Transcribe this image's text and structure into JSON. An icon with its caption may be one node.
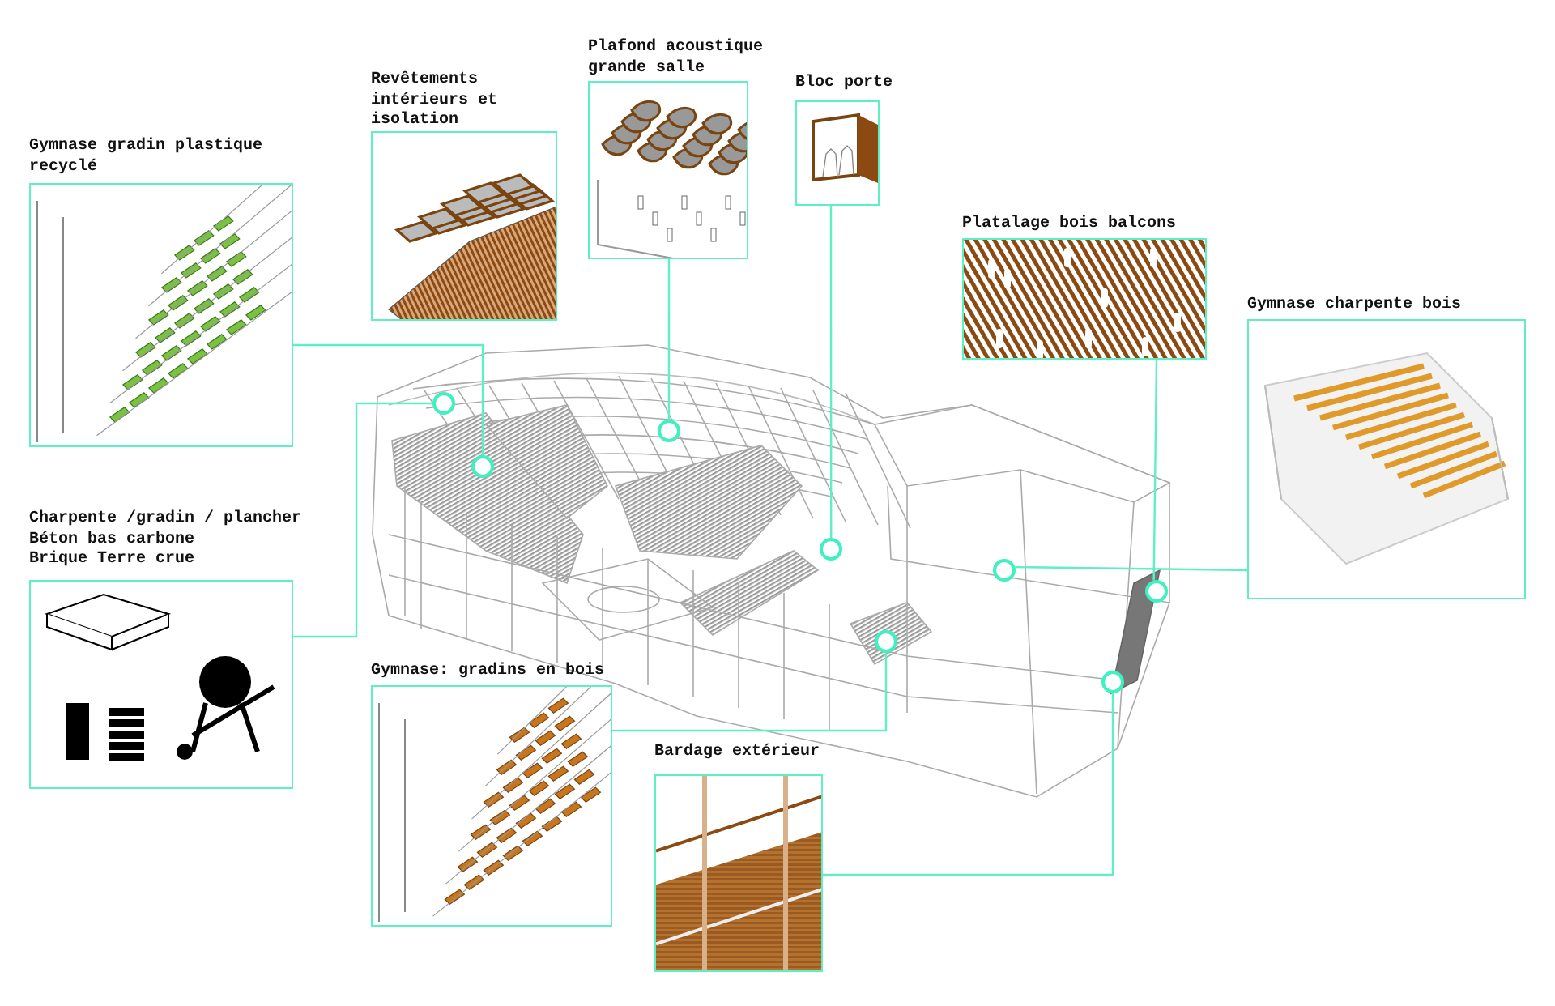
{
  "diagram": {
    "nodes": [
      {
        "text": [
          "Revêtements intérieurs et isolation"
        ]
      },
      {
        "text": [
          "Plafond acoustique grande salle"
        ]
      },
      {
        "text": [
          "Bloc porte"
        ]
      },
      {
        "text": [
          "Gymnase gradin plastique recyclé"
        ]
      },
      {
        "text": [
          "Platalage bois balcons"
        ]
      },
      {
        "text": [
          "Gymnase charpente bois"
        ]
      },
      {
        "text": [
          "Charpente /gradin / plancher",
          "Béton bas carbone",
          "Brique Terre crue"
        ]
      },
      {
        "text": [
          "Gymnase: gradins en bois"
        ]
      },
      {
        "text": [
          "Bardage extérieur"
        ]
      },
      {
        "text": [],
        "shape": "circle"
      },
      {
        "text": [],
        "shape": "circle"
      },
      {
        "text": [],
        "shape": "circle"
      },
      {
        "text": [],
        "shape": "circle"
      },
      {
        "text": [],
        "shape": "circle"
      },
      {
        "text": [],
        "shape": "circle"
      },
      {
        "text": [],
        "shape": "circle"
      },
      {
        "text": [],
        "shape": "circle"
      }
    ],
    "edges": [
      {
        "from": 3,
        "to": 10,
        "arrow": "none"
      },
      {
        "from": 6,
        "to": 9,
        "arrow": "none"
      },
      {
        "from": 1,
        "to": 11,
        "arrow": "none"
      },
      {
        "from": 2,
        "to": 12,
        "arrow": "none"
      },
      {
        "from": 7,
        "to": 13,
        "arrow": "none"
      },
      {
        "from": 5,
        "to": 14,
        "arrow": "none"
      },
      {
        "from": 8,
        "to": 15,
        "arrow": "none"
      },
      {
        "from": 4,
        "to": 16,
        "arrow": "none"
      }
    ]
  }
}
